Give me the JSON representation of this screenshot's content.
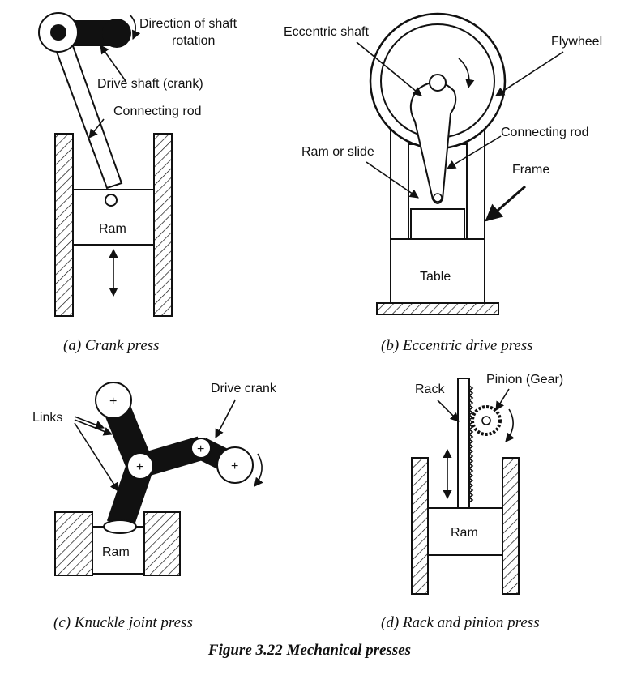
{
  "figure_title": "Figure 3.22 Mechanical presses",
  "panels": {
    "a": {
      "caption": "(a) Crank press",
      "labels": {
        "direction": "Direction of shaft",
        "rotation": "rotation",
        "drive_shaft": "Drive shaft (crank)",
        "connecting_rod": "Connecting rod",
        "ram": "Ram"
      }
    },
    "b": {
      "caption": "(b) Eccentric drive press",
      "labels": {
        "eccentric_shaft": "Eccentric shaft",
        "flywheel": "Flywheel",
        "connecting_rod": "Connecting rod",
        "ram_or_slide": "Ram or slide",
        "frame": "Frame",
        "table": "Table"
      }
    },
    "c": {
      "caption": "(c) Knuckle joint press",
      "labels": {
        "links": "Links",
        "drive_crank": "Drive crank",
        "ram": "Ram"
      }
    },
    "d": {
      "caption": "(d) Rack and pinion press",
      "labels": {
        "rack": "Rack",
        "pinion": "Pinion (Gear)",
        "ram": "Ram"
      }
    }
  }
}
